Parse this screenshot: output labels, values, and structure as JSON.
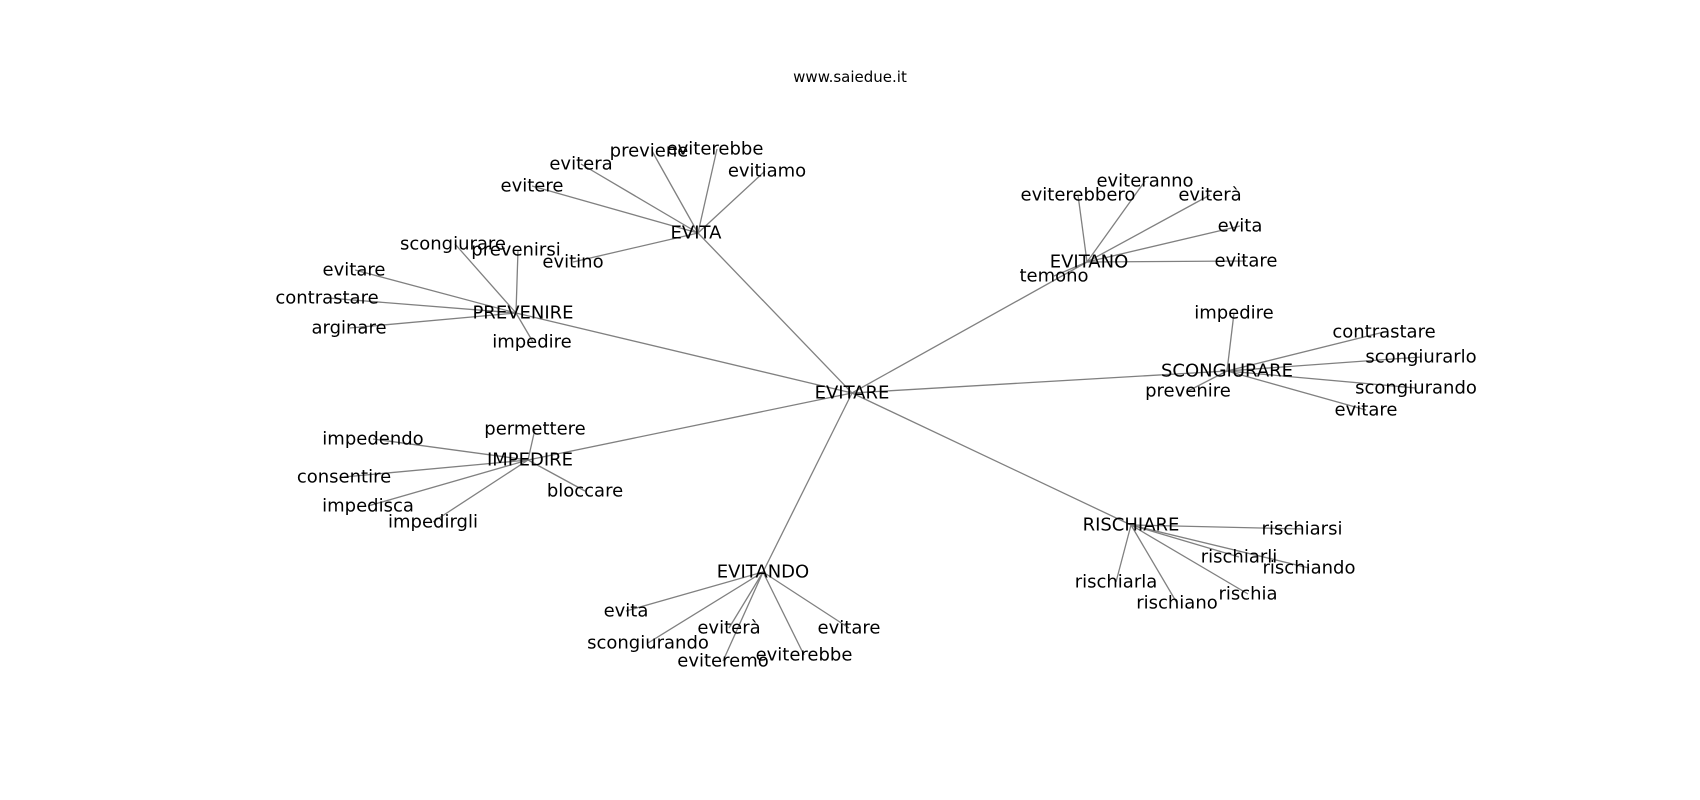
{
  "watermark": "www.saiedue.it",
  "colors": {
    "edge": "#808080",
    "text": "#000000",
    "background": "#ffffff"
  },
  "graph": {
    "root": "EVITARE",
    "groups": [
      {
        "hub": "EVITA",
        "leaves": [
          "evitere",
          "evitera",
          "previene",
          "eviterebbe",
          "evitiamo",
          "evitino"
        ]
      },
      {
        "hub": "PREVENIRE",
        "leaves": [
          "scongiurare",
          "prevenirsi",
          "evitare",
          "contrastare",
          "arginare",
          "impedire"
        ]
      },
      {
        "hub": "EVITANO",
        "leaves": [
          "eviterebbero",
          "eviteranno",
          "eviterà",
          "evita",
          "evitare",
          "temono"
        ]
      },
      {
        "hub": "SCONGIURARE",
        "leaves": [
          "impedire",
          "contrastare",
          "scongiurarlo",
          "scongiurando",
          "evitare",
          "prevenire"
        ]
      },
      {
        "hub": "IMPEDIRE",
        "leaves": [
          "permettere",
          "impedendo",
          "consentire",
          "impedisca",
          "impedirgli",
          "bloccare"
        ]
      },
      {
        "hub": "RISCHIARE",
        "leaves": [
          "rischiarsi",
          "rischiarli",
          "rischiando",
          "rischia",
          "rischiano",
          "rischiarla"
        ]
      },
      {
        "hub": "EVITANDO",
        "leaves": [
          "evita",
          "scongiurando",
          "eviterà",
          "eviteremo",
          "eviterebbe",
          "evitare"
        ]
      }
    ]
  }
}
